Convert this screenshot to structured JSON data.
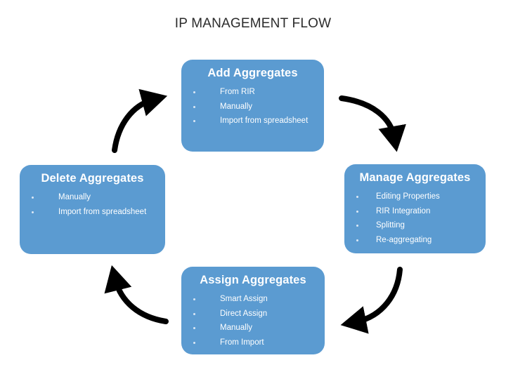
{
  "title": "IP MANAGEMENT FLOW",
  "colors": {
    "node_fill": "#5b9bd1",
    "node_text": "#ffffff",
    "arrow": "#000000",
    "title_text": "#2b2b2b",
    "background": "#ffffff"
  },
  "nodes": [
    {
      "id": "add",
      "title": "Add Aggregates",
      "items": [
        "From RIR",
        "Manually",
        "Import from spreadsheet"
      ]
    },
    {
      "id": "manage",
      "title": "Manage Aggregates",
      "items": [
        "Editing Properties",
        "RIR Integration",
        "Splitting",
        "Re-aggregating"
      ]
    },
    {
      "id": "assign",
      "title": "Assign Aggregates",
      "items": [
        "Smart Assign",
        "Direct Assign",
        "Manually",
        "From Import"
      ]
    },
    {
      "id": "delete",
      "title": "Delete Aggregates",
      "items": [
        "Manually",
        "Import from spreadsheet"
      ]
    }
  ],
  "arrows": [
    {
      "id": "add-to-manage",
      "from": "add",
      "to": "manage",
      "direction": "down-right"
    },
    {
      "id": "manage-to-assign",
      "from": "manage",
      "to": "assign",
      "direction": "down-left"
    },
    {
      "id": "assign-to-delete",
      "from": "assign",
      "to": "delete",
      "direction": "up-left"
    },
    {
      "id": "delete-to-add",
      "from": "delete",
      "to": "add",
      "direction": "up-right"
    }
  ]
}
